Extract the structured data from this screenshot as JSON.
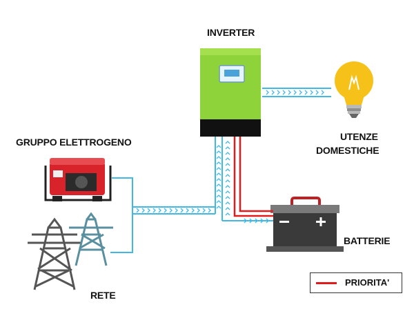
{
  "labels": {
    "inverter": "INVERTER",
    "generator": "GRUPPO ELETTROGENO",
    "loads_line1": "UTENZE",
    "loads_line2": "DOMESTICHE",
    "batteries": "BATTERIE",
    "grid": "RETE"
  },
  "legend": {
    "label": "PRIORITA'",
    "color": "#e01b1b"
  },
  "colors": {
    "inverter_body": "#8fd33a",
    "inverter_base": "#111111",
    "flow_line": "#3fb8e6",
    "priority_line": "#e01b1b",
    "bulb": "#f6c21a",
    "battery_body": "#3a3a3a",
    "battery_top": "#7a7a7a",
    "generator_body": "#d8232a",
    "tower": "#555555",
    "tower_alt": "#5a8fa0"
  }
}
